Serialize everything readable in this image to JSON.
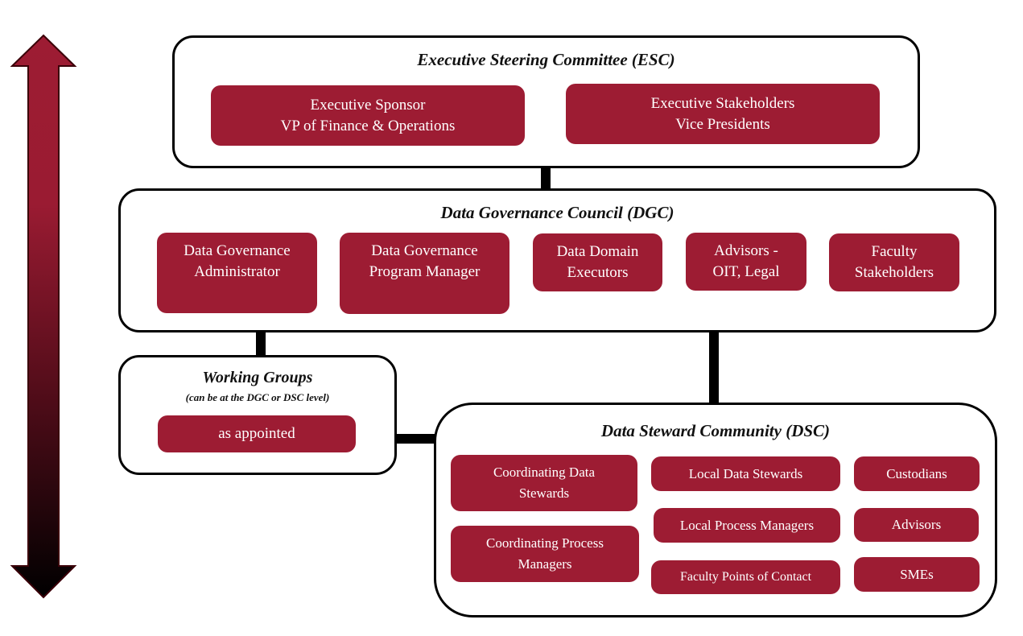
{
  "colors": {
    "accent": "#9d1c33",
    "arrow_top": "#9d1c33",
    "arrow_bottom": "#000000",
    "outline": "#000000"
  },
  "arrow": {
    "icon": "double-arrow-vertical-gradient"
  },
  "esc": {
    "title": "Executive Steering Committee (ESC)",
    "boxes": [
      {
        "label": "Executive Sponsor\nVP of Finance & Operations"
      },
      {
        "label": "Executive Stakeholders\nVice Presidents"
      }
    ]
  },
  "dgc": {
    "title": "Data Governance Council (DGC)",
    "boxes": [
      {
        "label": "Data Governance\nAdministrator"
      },
      {
        "label": "Data Governance\nProgram Manager"
      },
      {
        "label": "Data Domain\nExecutors"
      },
      {
        "label": "Advisors -\nOIT, Legal"
      },
      {
        "label": "Faculty\nStakeholders"
      }
    ]
  },
  "working_groups": {
    "title": "Working Groups",
    "subtitle": "(can be at the DGC or DSC level)",
    "boxes": [
      {
        "label": "as appointed"
      }
    ]
  },
  "dsc": {
    "title": "Data Steward Community (DSC)",
    "boxes": [
      {
        "label": "Coordinating Data\nStewards"
      },
      {
        "label": "Coordinating Process\nManagers"
      },
      {
        "label": "Local Data Stewards"
      },
      {
        "label": "Local Process Managers"
      },
      {
        "label": "Faculty Points of Contact"
      },
      {
        "label": "Custodians"
      },
      {
        "label": "Advisors"
      },
      {
        "label": "SMEs"
      }
    ]
  }
}
